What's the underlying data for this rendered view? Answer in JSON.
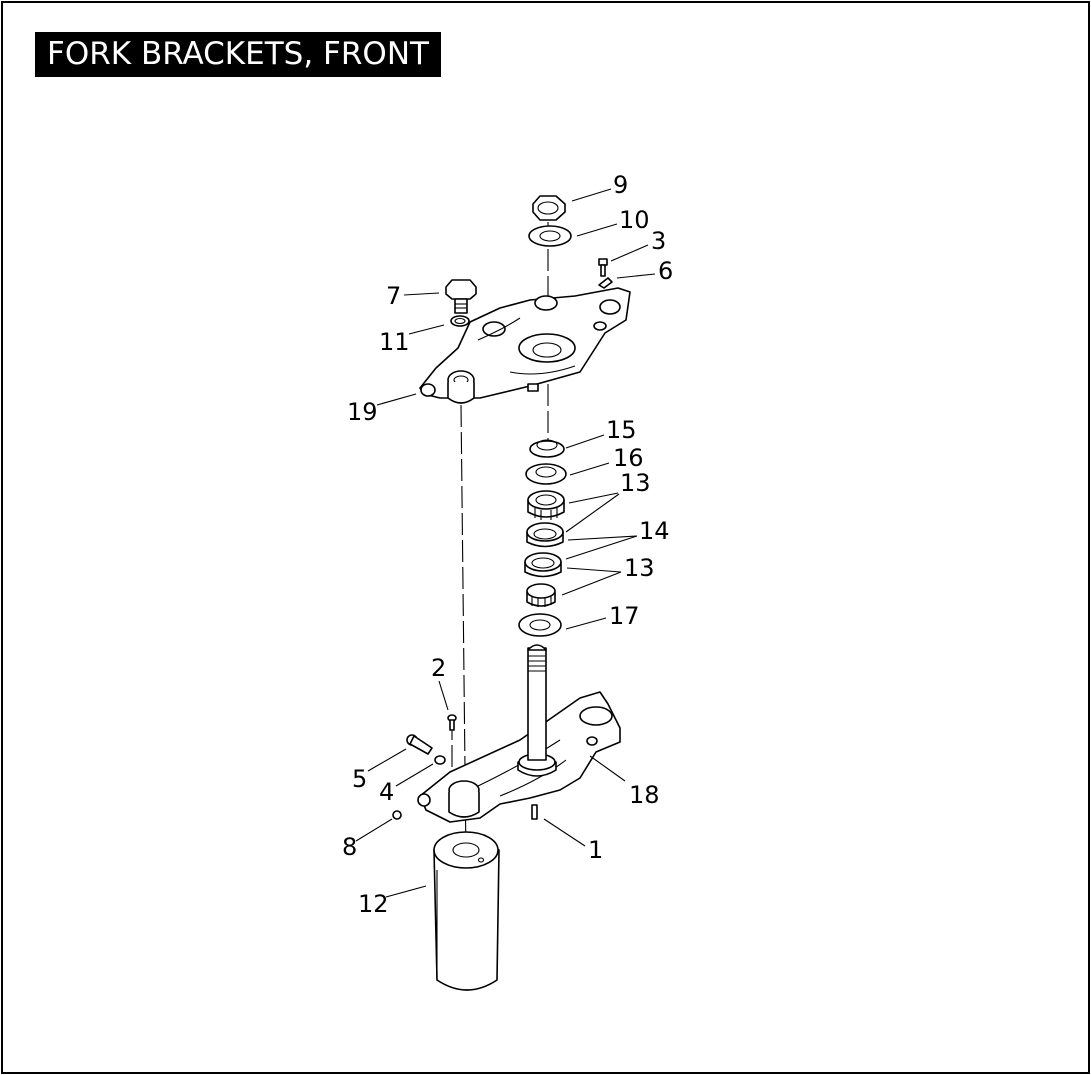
{
  "title": "FORK BRACKETS, FRONT",
  "callouts": [
    {
      "id": "c9",
      "label": "9"
    },
    {
      "id": "c10",
      "label": "10"
    },
    {
      "id": "c3",
      "label": "3"
    },
    {
      "id": "c6",
      "label": "6"
    },
    {
      "id": "c7",
      "label": "7"
    },
    {
      "id": "c11",
      "label": "11"
    },
    {
      "id": "c19",
      "label": "19"
    },
    {
      "id": "c15",
      "label": "15"
    },
    {
      "id": "c16",
      "label": "16"
    },
    {
      "id": "c13a",
      "label": "13"
    },
    {
      "id": "c14",
      "label": "14"
    },
    {
      "id": "c13b",
      "label": "13"
    },
    {
      "id": "c17",
      "label": "17"
    },
    {
      "id": "c2",
      "label": "2"
    },
    {
      "id": "c5",
      "label": "5"
    },
    {
      "id": "c4",
      "label": "4"
    },
    {
      "id": "c18",
      "label": "18"
    },
    {
      "id": "c8",
      "label": "8"
    },
    {
      "id": "c1",
      "label": "1"
    },
    {
      "id": "c12",
      "label": "12"
    }
  ]
}
